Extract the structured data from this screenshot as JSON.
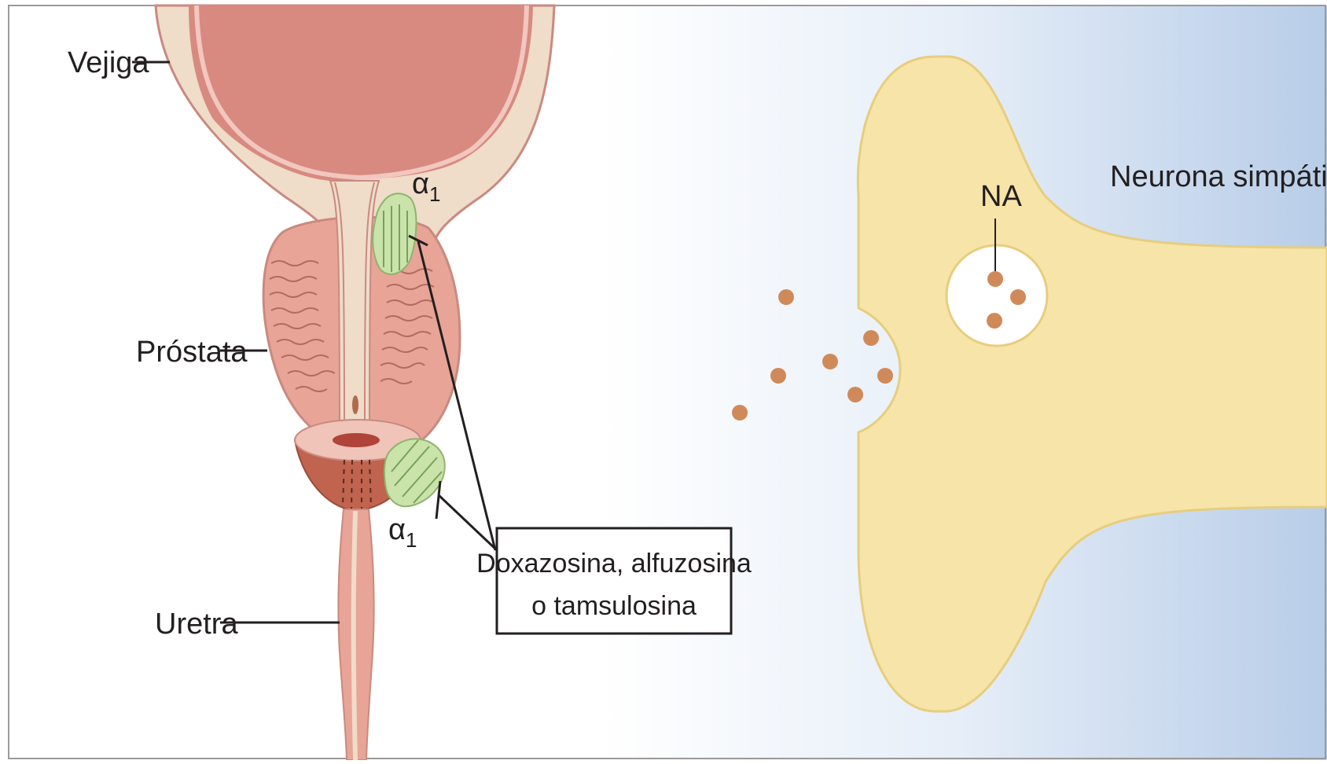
{
  "labels": {
    "bladder": "Vejiga",
    "prostate": "Próstata",
    "urethra": "Uretra",
    "neuron": "Neurona simpática",
    "noradrenaline": "NA",
    "receptor_upper": "α",
    "receptor_upper_sub": "1",
    "receptor_lower": "α",
    "receptor_lower_sub": "1"
  },
  "drug_box": {
    "line1": "Doxazosina, alfuzosina",
    "line2": "o tamsulosina"
  },
  "colors": {
    "bladder_outer": "#f2c9c2",
    "bladder_inner": "#d88a80",
    "wall_cream": "#efdcc9",
    "prostate": "#e8a497",
    "prostate_lines": "#b06b63",
    "prostate_cut": "#c0634f",
    "receptor": "#c9e3ab",
    "neuron": "#f7e4a8",
    "neuron_edge": "#e7cd7e",
    "vesicle_dots": "#d08a59",
    "bg_gradient_end": "#b8cde8"
  }
}
